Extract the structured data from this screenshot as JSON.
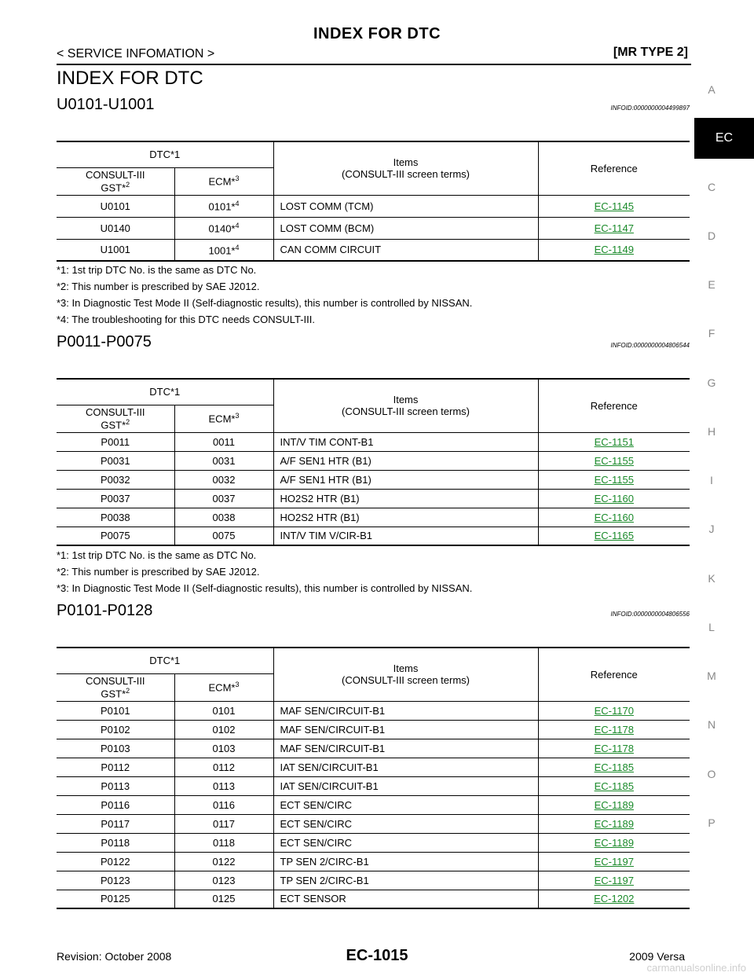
{
  "header": {
    "title": "INDEX FOR DTC",
    "section": "< SERVICE INFOMATION >",
    "model": "[MR TYPE 2]"
  },
  "main_title": "INDEX FOR DTC",
  "table_headers": {
    "dtc": "DTC*1",
    "consult_line1": "CONSULT-III",
    "consult_line2": "GST*",
    "consult_sup": "2",
    "ecm": "ECM*",
    "ecm_sup": "3",
    "items_line1": "Items",
    "items_line2": "(CONSULT-III screen terms)",
    "reference": "Reference"
  },
  "sections": [
    {
      "title": "U0101-U1001",
      "infoid": "INFOID:0000000004499897",
      "rows": [
        {
          "consult": "U0101",
          "ecm": "0101*",
          "ecm_sup": "4",
          "item": "LOST COMM (TCM)",
          "ref": "EC-1145"
        },
        {
          "consult": "U0140",
          "ecm": "0140*",
          "ecm_sup": "4",
          "item": "LOST COMM (BCM)",
          "ref": "EC-1147"
        },
        {
          "consult": "U1001",
          "ecm": "1001*",
          "ecm_sup": "4",
          "item": "CAN COMM CIRCUIT",
          "ref": "EC-1149"
        }
      ],
      "notes": [
        "*1: 1st trip DTC No. is the same as DTC No.",
        "*2: This number is prescribed by SAE J2012.",
        "*3: In Diagnostic Test Mode II (Self-diagnostic results), this number is controlled by NISSAN.",
        "*4: The troubleshooting for this DTC needs CONSULT-III."
      ]
    },
    {
      "title": "P0011-P0075",
      "infoid": "INFOID:0000000004806544",
      "rows": [
        {
          "consult": "P0011",
          "ecm": "0011",
          "item": "INT/V TIM CONT-B1",
          "ref": "EC-1151"
        },
        {
          "consult": "P0031",
          "ecm": "0031",
          "item": "A/F SEN1 HTR (B1)",
          "ref": "EC-1155"
        },
        {
          "consult": "P0032",
          "ecm": "0032",
          "item": "A/F SEN1 HTR (B1)",
          "ref": "EC-1155"
        },
        {
          "consult": "P0037",
          "ecm": "0037",
          "item": "HO2S2 HTR (B1)",
          "ref": "EC-1160"
        },
        {
          "consult": "P0038",
          "ecm": "0038",
          "item": "HO2S2 HTR (B1)",
          "ref": "EC-1160"
        },
        {
          "consult": "P0075",
          "ecm": "0075",
          "item": "INT/V TIM V/CIR-B1",
          "ref": "EC-1165"
        }
      ],
      "notes": [
        "*1: 1st trip DTC No. is the same as DTC No.",
        "*2: This number is prescribed by SAE J2012.",
        "*3: In Diagnostic Test Mode II (Self-diagnostic results), this number is controlled by NISSAN."
      ]
    },
    {
      "title": "P0101-P0128",
      "infoid": "INFOID:0000000004806556",
      "rows": [
        {
          "consult": "P0101",
          "ecm": "0101",
          "item": "MAF SEN/CIRCUIT-B1",
          "ref": "EC-1170"
        },
        {
          "consult": "P0102",
          "ecm": "0102",
          "item": "MAF SEN/CIRCUIT-B1",
          "ref": "EC-1178"
        },
        {
          "consult": "P0103",
          "ecm": "0103",
          "item": "MAF SEN/CIRCUIT-B1",
          "ref": "EC-1178"
        },
        {
          "consult": "P0112",
          "ecm": "0112",
          "item": "IAT SEN/CIRCUIT-B1",
          "ref": "EC-1185"
        },
        {
          "consult": "P0113",
          "ecm": "0113",
          "item": "IAT SEN/CIRCUIT-B1",
          "ref": "EC-1185"
        },
        {
          "consult": "P0116",
          "ecm": "0116",
          "item": "ECT SEN/CIRC",
          "ref": "EC-1189"
        },
        {
          "consult": "P0117",
          "ecm": "0117",
          "item": "ECT SEN/CIRC",
          "ref": "EC-1189"
        },
        {
          "consult": "P0118",
          "ecm": "0118",
          "item": "ECT SEN/CIRC",
          "ref": "EC-1189"
        },
        {
          "consult": "P0122",
          "ecm": "0122",
          "item": "TP SEN 2/CIRC-B1",
          "ref": "EC-1197"
        },
        {
          "consult": "P0123",
          "ecm": "0123",
          "item": "TP SEN 2/CIRC-B1",
          "ref": "EC-1197"
        },
        {
          "consult": "P0125",
          "ecm": "0125",
          "item": "ECT SENSOR",
          "ref": "EC-1202"
        }
      ],
      "notes": []
    }
  ],
  "side_tabs": [
    "A",
    "EC",
    "C",
    "D",
    "E",
    "F",
    "G",
    "H",
    "I",
    "J",
    "K",
    "L",
    "M",
    "N",
    "O",
    "P"
  ],
  "active_tab": "EC",
  "footer": {
    "revision": "Revision: October 2008",
    "page": "EC-1015",
    "model": "2009 Versa",
    "watermark": "carmanualsonline.info"
  },
  "colors": {
    "link": "#1a8a2a",
    "active_tab_bg": "#000000",
    "side_letter": "#888888"
  }
}
